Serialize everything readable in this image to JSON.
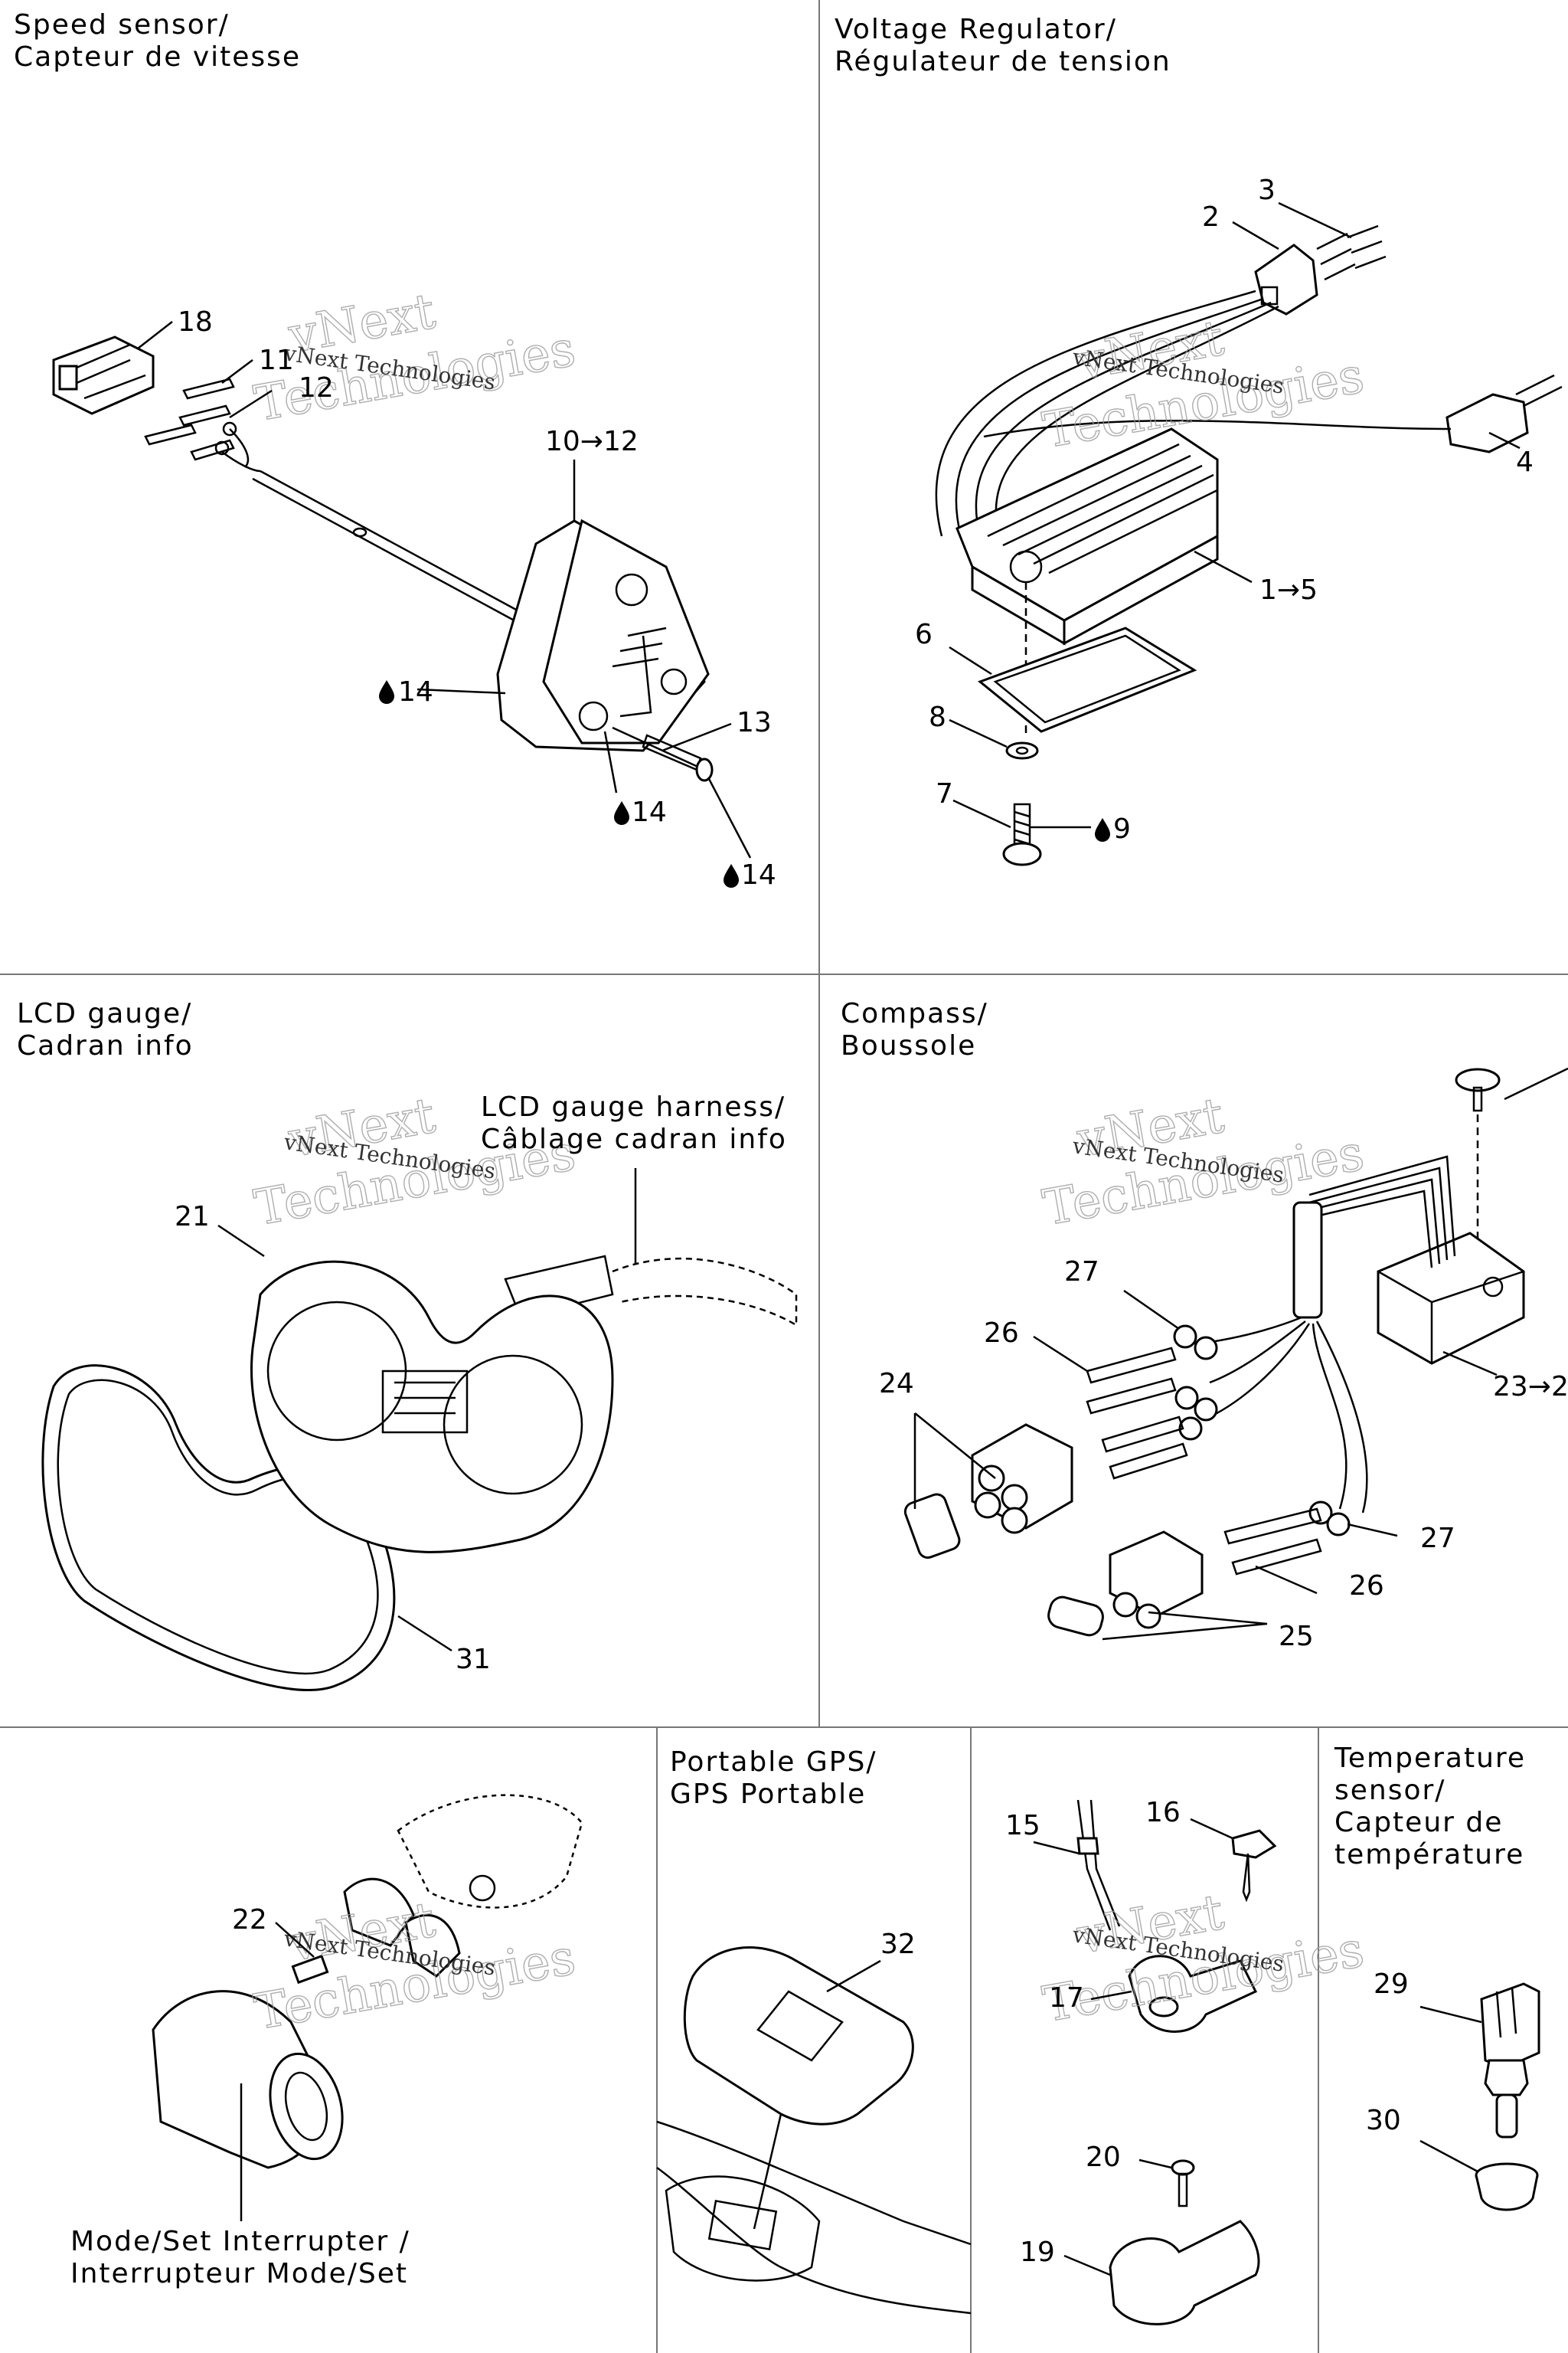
{
  "panels": {
    "speed_sensor": {
      "title": "Speed sensor/\nCapteur de vitesse"
    },
    "voltage_regulator": {
      "title": "Voltage Regulator/\nRégulateur de tension"
    },
    "lcd_gauge": {
      "title": "LCD gauge/\nCadran info",
      "harness_label": "LCD gauge harness/\nCâblage cadran info"
    },
    "compass": {
      "title": "Compass/\nBoussole"
    },
    "mode_set": {
      "label": "Mode/Set Interrupter /\nInterrupteur Mode/Set"
    },
    "portable_gps": {
      "title": "Portable GPS/\nGPS Portable"
    },
    "temperature_sensor": {
      "title": "Temperature\nsensor/\nCapteur de\ntempérature"
    }
  },
  "watermark": {
    "line1": "vNext",
    "line2": "Technologies",
    "small": "vNext Technologies"
  },
  "callouts": {
    "speed": [
      "18",
      "11",
      "12",
      "10→12",
      "14",
      "13",
      "14",
      "14"
    ],
    "regulator": [
      "3",
      "2",
      "4",
      "1→5",
      "6",
      "8",
      "7",
      "9"
    ],
    "lcd": [
      "21",
      "31"
    ],
    "compass": [
      "27",
      "26",
      "24",
      "27",
      "26",
      "25",
      "23→2"
    ],
    "mode": [
      "22"
    ],
    "gps": [
      "32"
    ],
    "hardware": [
      "15",
      "16",
      "17",
      "20",
      "19"
    ],
    "temp": [
      "29",
      "30"
    ]
  }
}
